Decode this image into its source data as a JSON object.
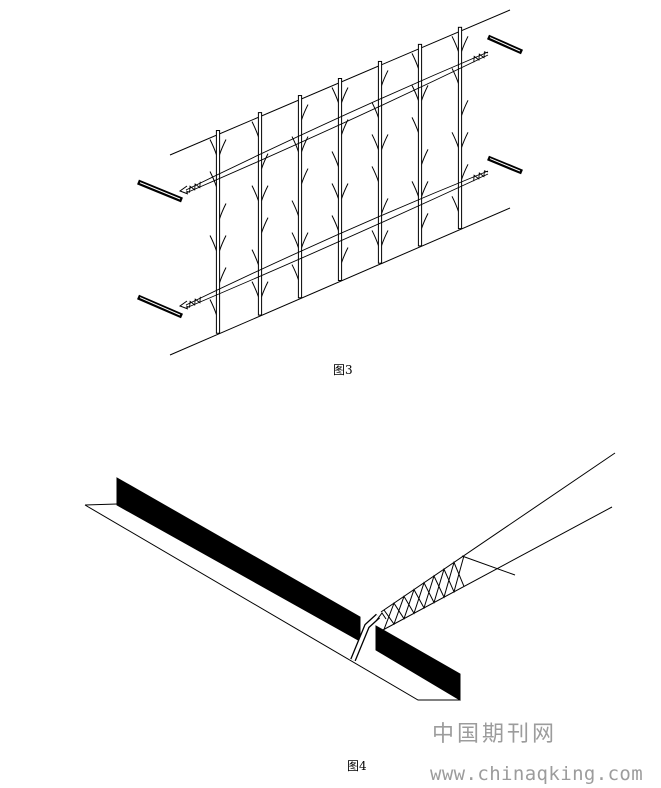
{
  "figure3": {
    "caption": "图3"
  },
  "figure4": {
    "caption": "图4"
  },
  "watermark": {
    "site_name": "中国期刊网",
    "url": "www.chinaqking.com"
  }
}
